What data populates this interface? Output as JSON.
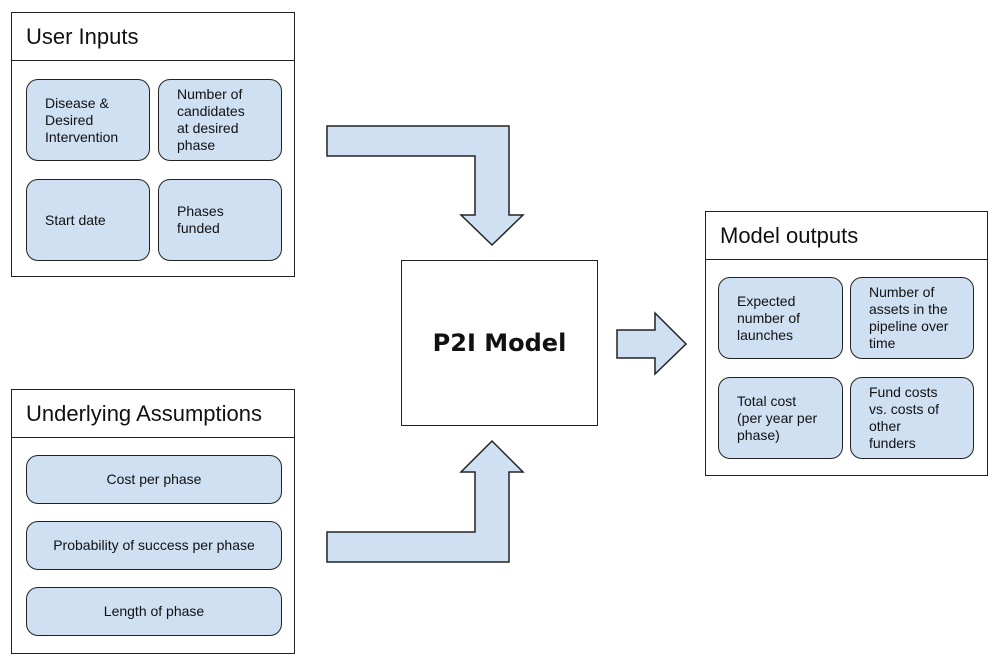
{
  "user_inputs": {
    "title": "User Inputs",
    "cards": [
      "Disease &\nDesired\nIntervention",
      "Number of\ncandidates\nat desired\nphase",
      "Start date",
      "Phases\nfunded"
    ]
  },
  "underlying_assumptions": {
    "title": "Underlying Assumptions",
    "cards": [
      "Cost per phase",
      "Probability of success per phase",
      "Length of phase"
    ]
  },
  "model": {
    "label": "P2I Model"
  },
  "model_outputs": {
    "title": "Model outputs",
    "cards": [
      "Expected\nnumber of\nlaunches",
      "Number of\nassets in the\npipeline over\ntime",
      "Total cost\n(per year per\nphase)",
      "Fund costs\nvs. costs of\nother\nfunders"
    ]
  },
  "colors": {
    "card_fill": "#cfe0f3",
    "arrow_fill": "#cfe0f3",
    "outline": "#222222"
  }
}
